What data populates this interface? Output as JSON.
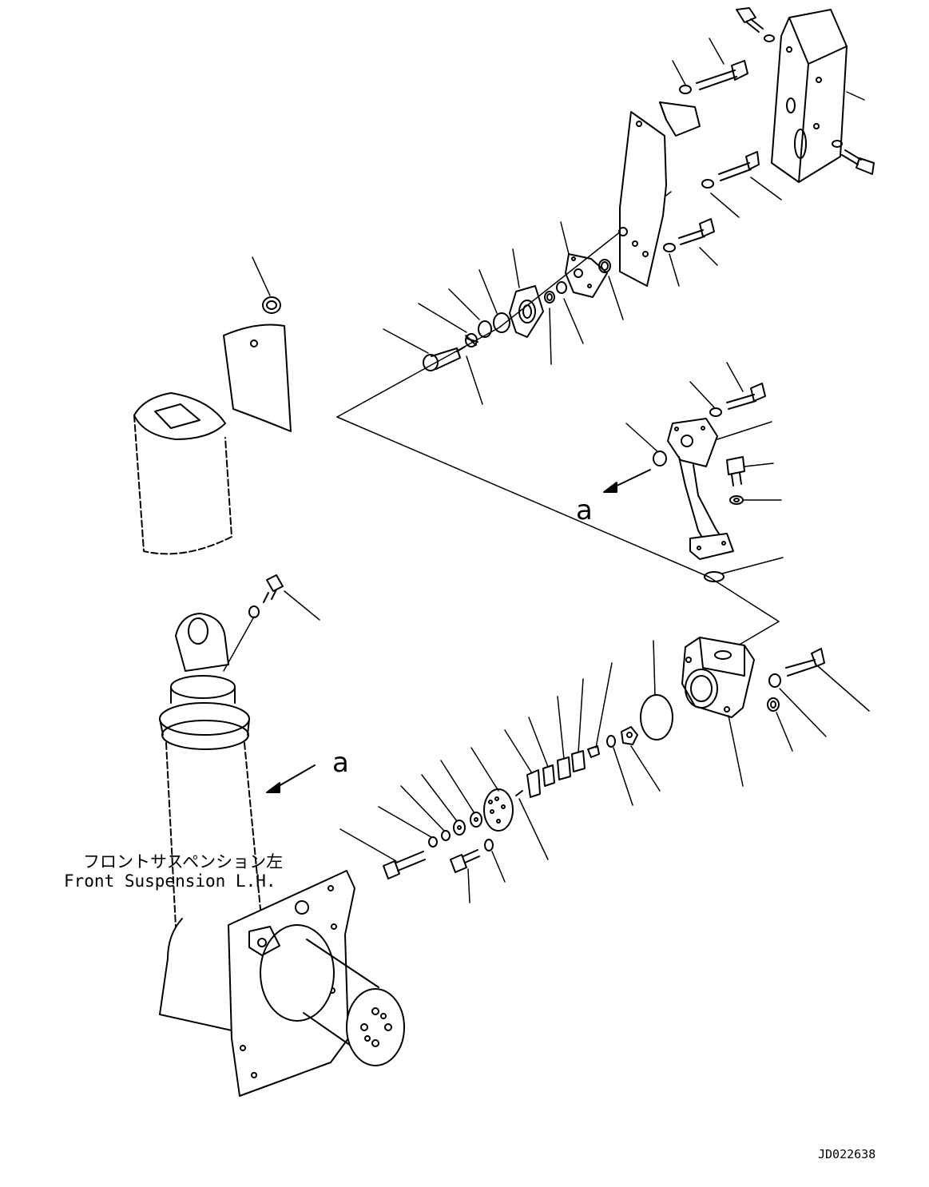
{
  "caption": {
    "japanese": "フロントサスペンション左",
    "english": "Front Suspension L.H."
  },
  "view_markers": [
    "a",
    "a"
  ],
  "drawing_code": "JD022638",
  "colors": {
    "line": "#000000",
    "background": "#ffffff"
  }
}
